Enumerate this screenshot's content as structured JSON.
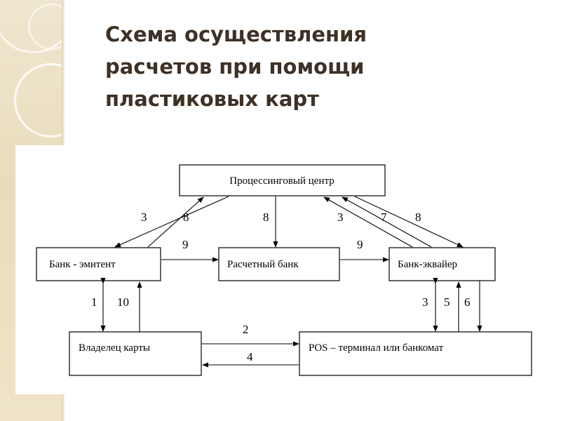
{
  "title": {
    "line1": "Схема осуществления",
    "line2": "расчетов при помощи",
    "line3": "пластиковых карт"
  },
  "diagram": {
    "nodes": {
      "processing_center": "Процессинговый центр",
      "issuer_bank": "Банк - эмитент",
      "settlement_bank": "Расчетный банк",
      "acquirer_bank": "Банк-эквайер",
      "cardholder": "Владелец карты",
      "pos_terminal": "POS – терминал или банкомат"
    },
    "labels": {
      "issuer_3": "3",
      "issuer_8": "8",
      "settlement_8": "8",
      "acquirer_3": "3",
      "acquirer_7": "7",
      "acquirer_8": "8",
      "issuer_to_settlement_9": "9",
      "settlement_to_acquirer_9": "9",
      "cardholder_1": "1",
      "cardholder_10": "10",
      "pos_3": "3",
      "pos_5": "5",
      "pos_6": "6",
      "cardholder_to_pos_2": "2",
      "pos_to_cardholder_4": "4"
    }
  }
}
